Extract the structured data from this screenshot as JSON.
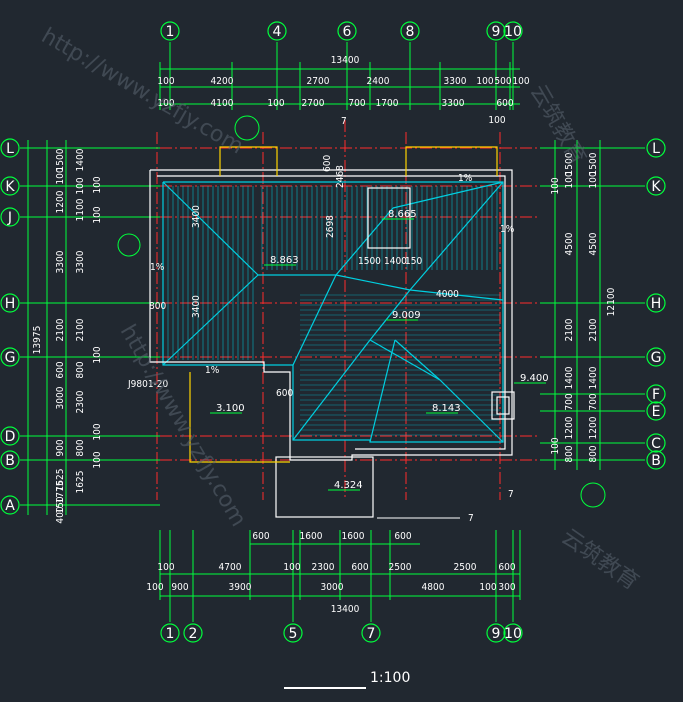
{
  "grid": {
    "top_axes": [
      "1",
      "4",
      "6",
      "8",
      "9",
      "10"
    ],
    "bottom_axes": [
      "1",
      "2",
      "5",
      "7",
      "9",
      "10"
    ],
    "left_axes": [
      "L",
      "K",
      "J",
      "H",
      "G",
      "D",
      "B",
      "A"
    ],
    "right_axes": [
      "L",
      "K",
      "H",
      "G",
      "F",
      "E",
      "C",
      "B"
    ]
  },
  "top_dims": {
    "total": "13400",
    "row1": [
      "100",
      "4200",
      "2700",
      "2400",
      "3300",
      "100",
      "500",
      "100"
    ],
    "row2": [
      "100",
      "4100",
      "100",
      "2700",
      "700",
      "1700",
      "3300",
      "600"
    ],
    "row2_extra": "100"
  },
  "bottom_dims": {
    "total": "13400",
    "row_inner": [
      "600",
      "1600",
      "1600",
      "600"
    ],
    "row1": [
      "100",
      "4700",
      "100",
      "2300",
      "600",
      "2500",
      "2500",
      "600"
    ],
    "row2": [
      "100",
      "900",
      "3900",
      "3000",
      "4800",
      "100",
      "300"
    ]
  },
  "left_dims": {
    "total": "13975",
    "outer": [
      "1500",
      "100",
      "1200",
      "3300",
      "2100",
      "600",
      "3000",
      "900",
      "1625",
      "1775",
      "150",
      "400"
    ],
    "inner": [
      "1400",
      "100",
      "1100",
      "3300",
      "2100",
      "800",
      "2300",
      "800",
      "1625"
    ],
    "marks": [
      "100",
      "100",
      "100",
      "100",
      "100"
    ]
  },
  "right_dims": {
    "total": "12100",
    "outer": [
      "1500",
      "100",
      "4500",
      "2100",
      "1400",
      "700",
      "1200",
      "800"
    ],
    "inner": [
      "1500",
      "100",
      "4500",
      "2100",
      "1400",
      "700",
      "1200",
      "800"
    ],
    "marks": [
      "100",
      "100"
    ]
  },
  "elevations": [
    "8.665",
    "8.863",
    "9.009",
    "9.400",
    "3.100",
    "8.143",
    "4.324"
  ],
  "slopes": [
    "1%",
    "1%",
    "1%",
    "1%"
  ],
  "inner_dims": [
    "2698",
    "2468",
    "600",
    "3400",
    "3400",
    "1500",
    "1400",
    "150",
    "4000",
    "800",
    "600"
  ],
  "labels": {
    "detail_ref": "J9801-20",
    "callout": "7",
    "scale": "1:100"
  },
  "watermarks": [
    "http://www.yzfjy.com",
    "云筑教育",
    "http://www.yzfjy.com",
    "云筑教育"
  ],
  "colors": {
    "background": "#212830",
    "grid_line": "#00e5ff",
    "dimension": "#00ff3c",
    "axis_circle": "#00ff3c",
    "red_axis": "#ff2b2b",
    "roof": "#00cfe0",
    "wall": "#ffffff",
    "yellow": "#ffd400"
  }
}
